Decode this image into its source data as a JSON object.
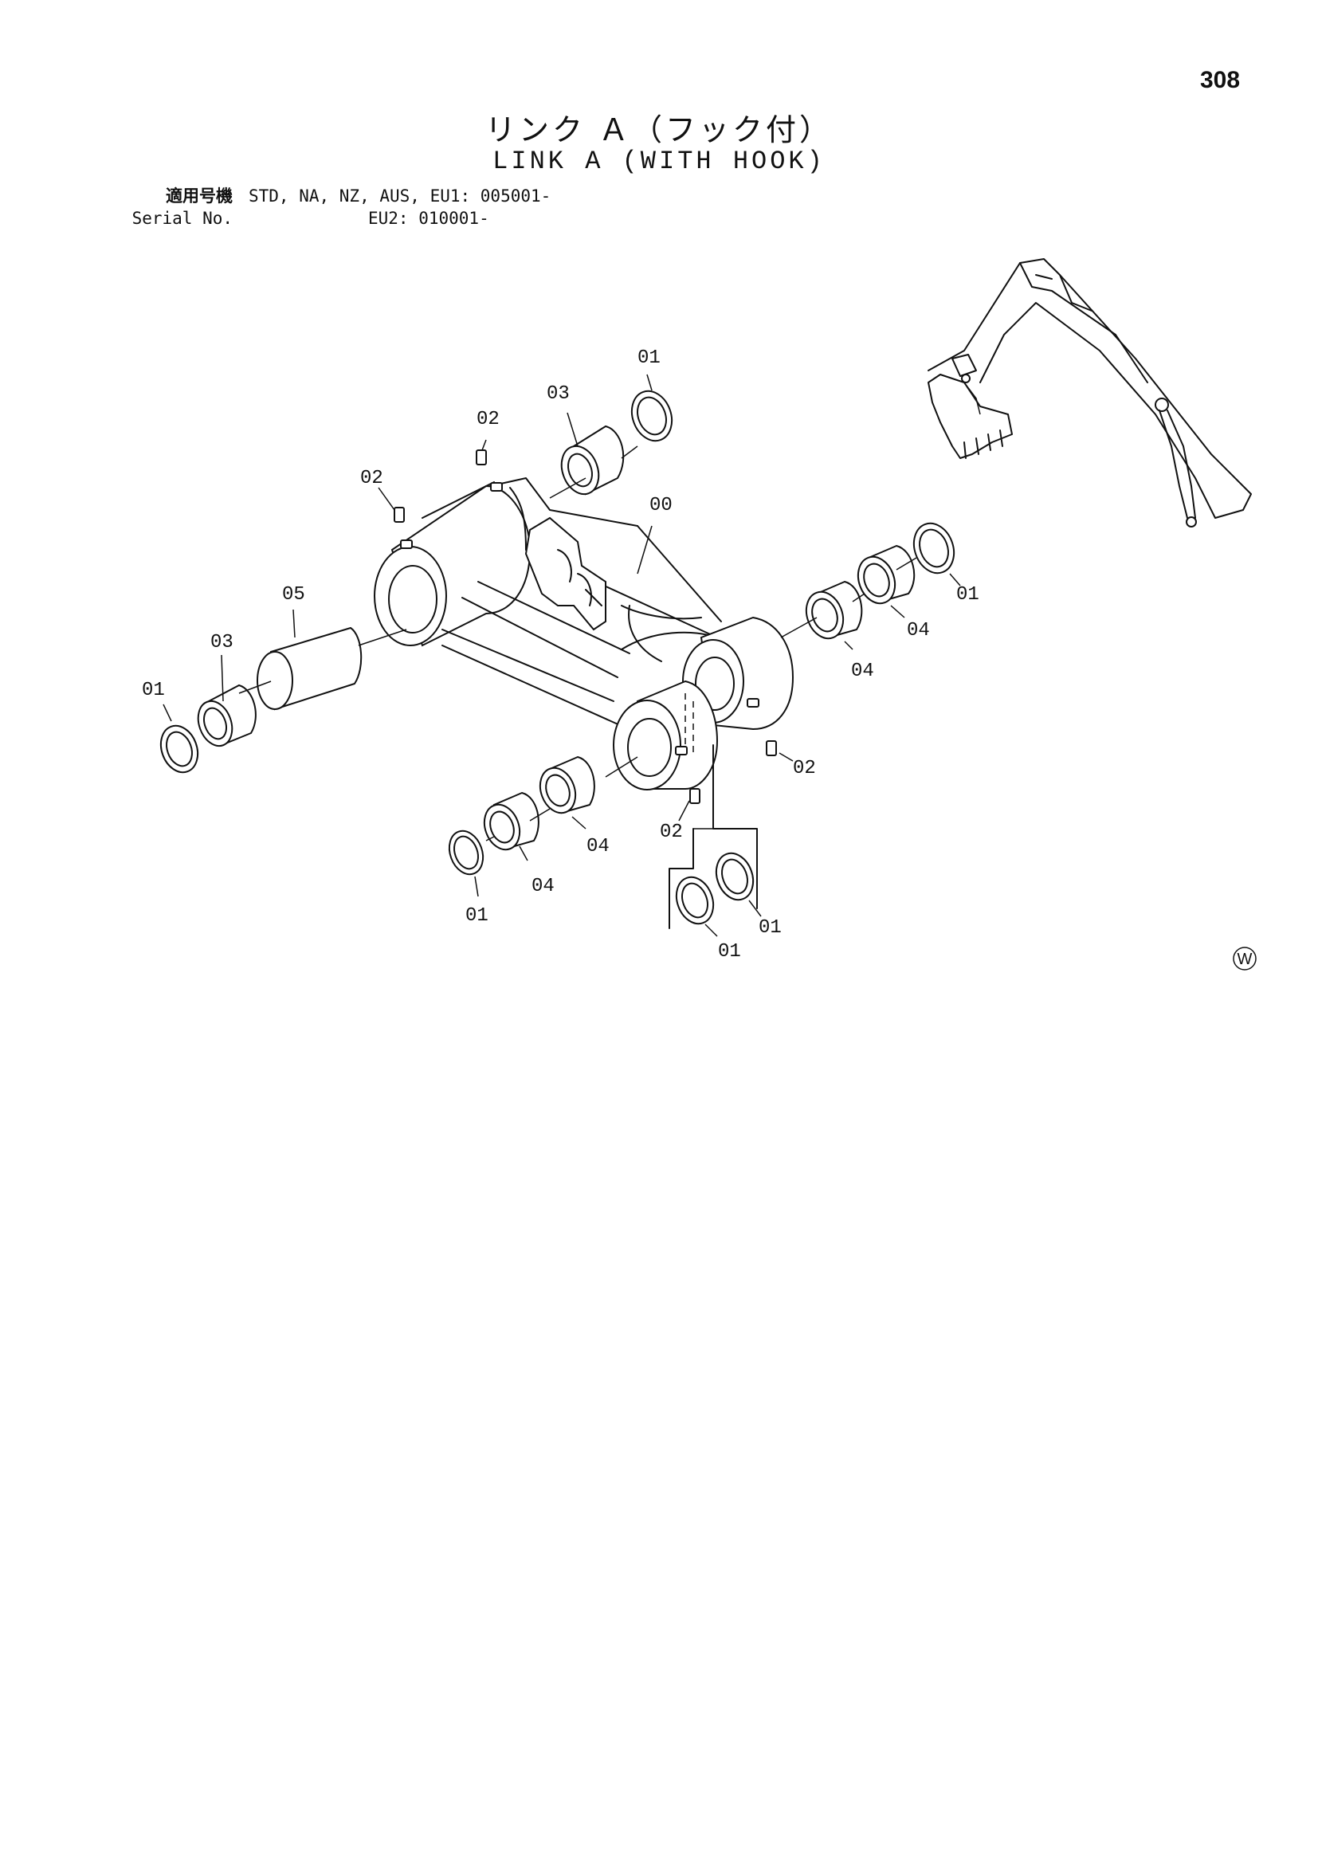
{
  "page": {
    "number": "308",
    "title_jp": "リンク Ａ（フック付）",
    "title_en": "LINK A (WITH HOOK)"
  },
  "serial": {
    "label_jp": "適用号機",
    "label_en": "Serial No.",
    "line1": "STD, NA, NZ, AUS, EU1: 005001-",
    "line2": "EU2: 010001-"
  },
  "callouts": {
    "c00": "00",
    "c01_top": "01",
    "c01_right": "01",
    "c01_left": "01",
    "c01_bottom_left": "01",
    "c01_bottom_mid": "01",
    "c01_bottom_right": "01",
    "c02_top": "02",
    "c02_left": "02",
    "c02_right": "02",
    "c02_bottom": "02",
    "c03_top": "03",
    "c03_left": "03",
    "c04_right_upper": "04",
    "c04_right_lower": "04",
    "c04_mid": "04",
    "c04_bottom": "04",
    "c05": "05"
  },
  "corner_mark": "W"
}
